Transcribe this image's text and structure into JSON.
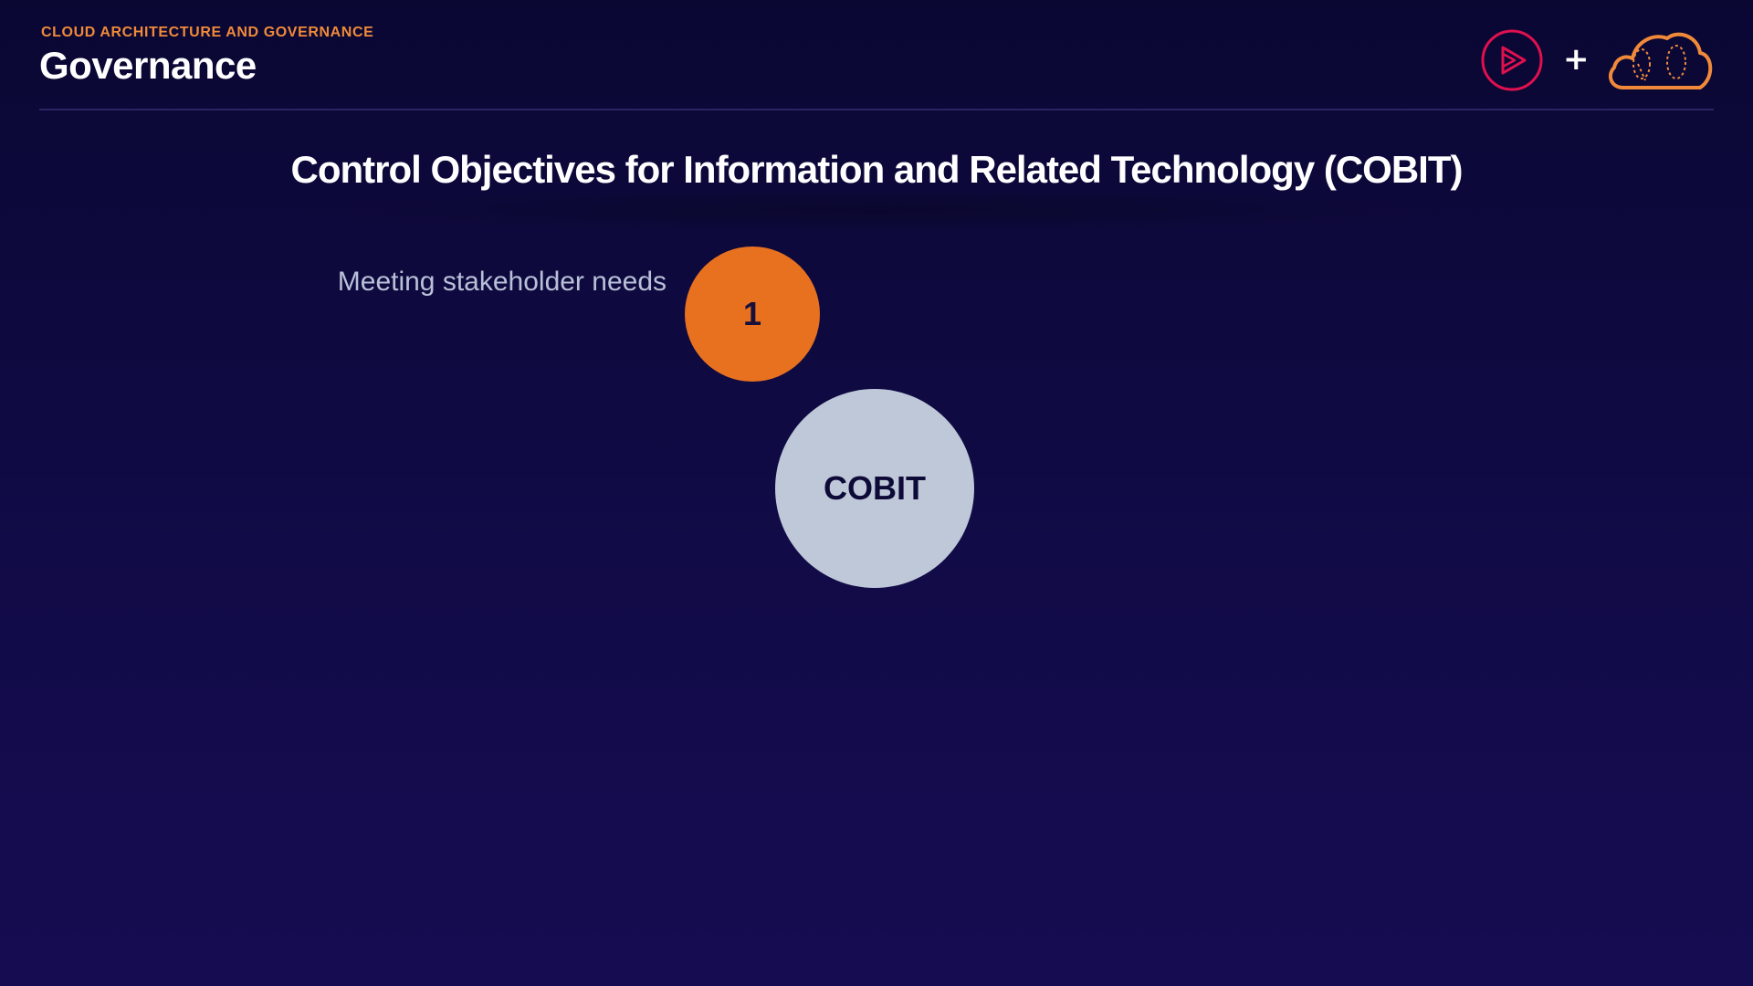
{
  "header": {
    "kicker": "CLOUD ARCHITECTURE AND GOVERNANCE",
    "title": "Governance",
    "logos": {
      "left_icon": "play-logo-icon",
      "separator": "+",
      "right_icon": "cloud-logo-icon"
    }
  },
  "main": {
    "heading": "Control Objectives for Information and Related Technology (COBIT)",
    "items": [
      {
        "number": "1",
        "label": "Meeting stakeholder needs"
      }
    ],
    "center_label": "COBIT"
  },
  "colors": {
    "background": "#0e0940",
    "accent_orange": "#e8711f",
    "kicker_orange": "#f08a3a",
    "center_circle": "#bec8d8",
    "play_logo": "#e0104f",
    "cloud_logo": "#f08a3a"
  }
}
